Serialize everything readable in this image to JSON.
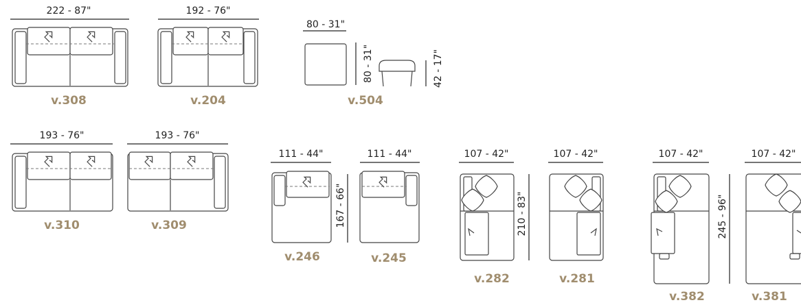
{
  "models": [
    {
      "code": "v.308",
      "dims": [
        "222 - 87\""
      ]
    },
    {
      "code": "v.204",
      "dims": [
        "192 - 76\""
      ]
    },
    {
      "code": "v.504",
      "dims": [
        "80 - 31\"",
        "80 - 31\"",
        "42 - 17\""
      ]
    },
    {
      "code": "v.310",
      "dims": [
        "193 - 76\""
      ]
    },
    {
      "code": "v.309",
      "dims": [
        "193 - 76\""
      ]
    },
    {
      "code": "v.246",
      "dims": [
        "111 - 44\"",
        "167 - 66\""
      ]
    },
    {
      "code": "v.245",
      "dims": [
        "111 - 44\""
      ]
    },
    {
      "code": "v.282",
      "dims": [
        "107 - 42\"",
        "210 - 83\""
      ]
    },
    {
      "code": "v.281",
      "dims": [
        "107 - 42\""
      ]
    },
    {
      "code": "v.382",
      "dims": [
        "107 - 42\"",
        "245 - 96\""
      ]
    },
    {
      "code": "v.381",
      "dims": [
        "107 - 42\""
      ]
    }
  ]
}
